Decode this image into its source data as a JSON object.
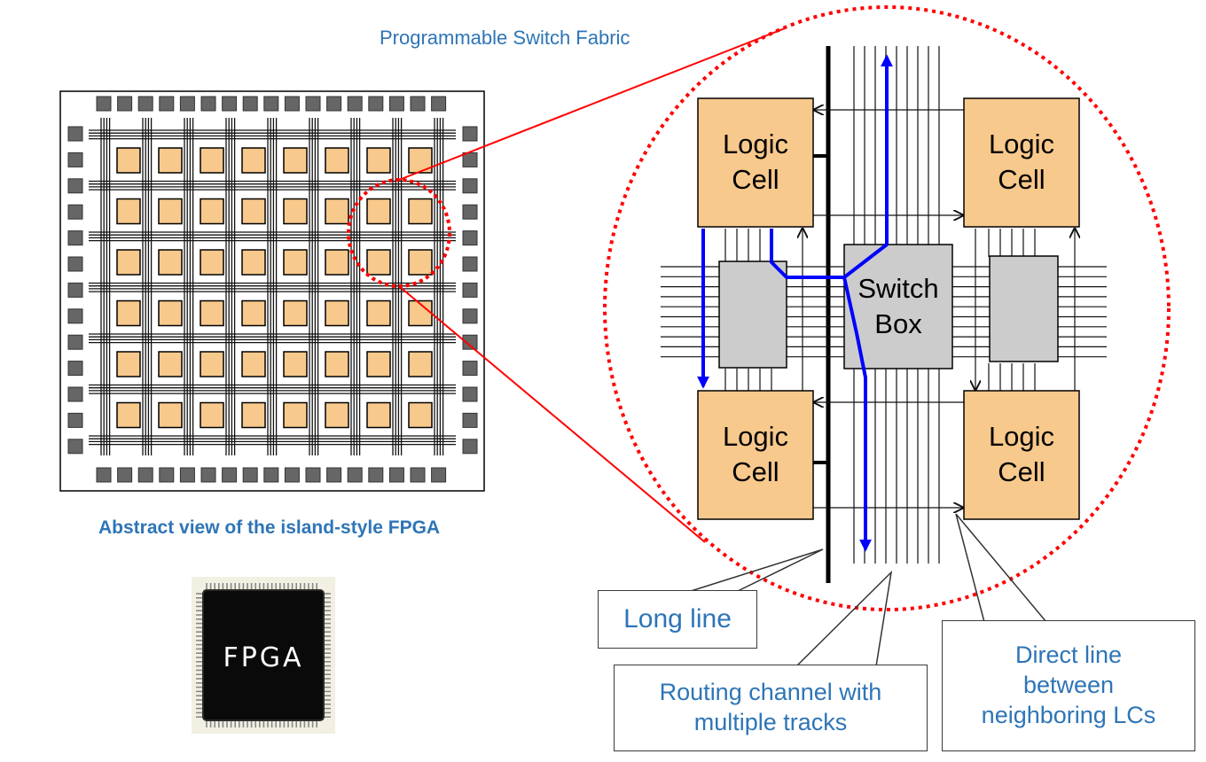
{
  "labels": {
    "fabric_title": "Programmable Switch Fabric",
    "fpga_caption": "Abstract view of the island-style FPGA",
    "chip_text": "FPGA",
    "logic_cell": "Logic\nCell",
    "switch_box": "Switch\nBox",
    "long_line": "Long line",
    "routing_channel": "Routing channel with\nmultiple tracks",
    "direct_line": "Direct line\nbetween\nneighboring LCs"
  },
  "colors": {
    "logic_cell": "#F8C98C",
    "switch_box": "#CCCCCC",
    "io_pad": "#666666",
    "route_highlight": "#0000FF",
    "zoom_marker": "#FF0000",
    "text_blue": "#2E75B6",
    "chip_body": "#0a0a0a",
    "chip_background": "#F2F0E2"
  },
  "fpga_grid": {
    "rows": 6,
    "cols": 8,
    "io_pads_per_side": 17
  }
}
